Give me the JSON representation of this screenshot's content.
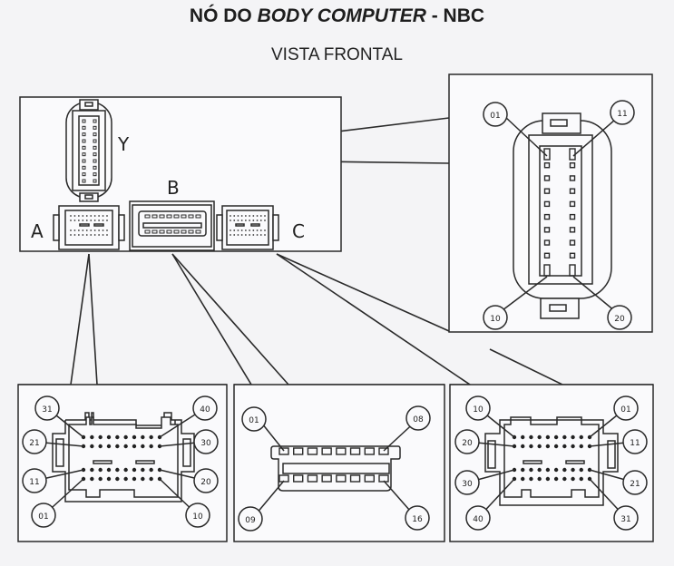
{
  "title": {
    "prefix": "NÓ DO ",
    "italic": "BODY COMPUTER",
    "suffix": " - NBC"
  },
  "subtitle": "VISTA FRONTAL",
  "body_computer": {
    "connector_labels": {
      "y": "Y",
      "a": "A",
      "b": "B",
      "c": "C"
    }
  },
  "detail_y": {
    "connector": "Y",
    "pins_per_column": 10,
    "pin_labels": {
      "top_left": "01",
      "top_right": "11",
      "bottom_left": "10",
      "bottom_right": "20"
    }
  },
  "detail_a": {
    "connector": "A",
    "rows": 4,
    "pins_per_row": 10,
    "pin_labels": {
      "r1_left": "31",
      "r1_right": "40",
      "r2_left": "21",
      "r2_right": "30",
      "r3_left": "11",
      "r3_right": "20",
      "r4_left": "01",
      "r4_right": "10"
    }
  },
  "detail_b": {
    "connector": "B",
    "rows": 2,
    "pins_per_row": 8,
    "pin_labels": {
      "top_left": "01",
      "top_right": "08",
      "bottom_left": "09",
      "bottom_right": "16"
    }
  },
  "detail_c": {
    "connector": "C",
    "rows": 4,
    "pins_per_row": 10,
    "pin_labels": {
      "r1_left": "10",
      "r1_right": "01",
      "r2_left": "20",
      "r2_right": "11",
      "r3_left": "30",
      "r3_right": "21",
      "r4_left": "40",
      "r4_right": "31"
    }
  }
}
